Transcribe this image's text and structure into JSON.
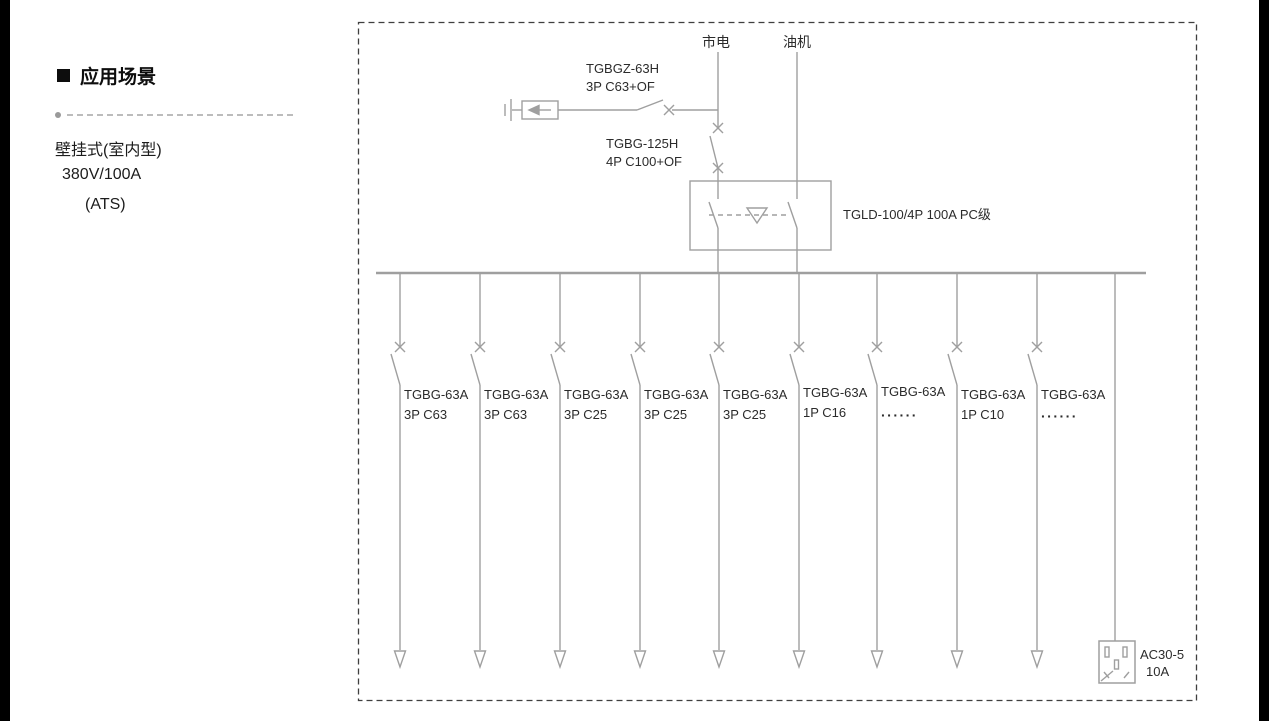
{
  "left_panel": {
    "heading": "应用场景",
    "items": [
      "壁挂式(室内型)",
      "380V/100A",
      "(ATS)"
    ]
  },
  "diagram": {
    "sources": {
      "mains": "市电",
      "generator": "油机"
    },
    "spd_breaker": {
      "model": "TGBGZ-63H",
      "spec": "3P C63+OF"
    },
    "main_breaker": {
      "model": "TGBG-125H",
      "spec": "4P C100+OF"
    },
    "ats": {
      "label": "TGLD-100/4P 100A PC级"
    },
    "feeders": [
      {
        "model": "TGBG-63A",
        "spec": "3P C63"
      },
      {
        "model": "TGBG-63A",
        "spec": "3P C63"
      },
      {
        "model": "TGBG-63A",
        "spec": "3P C25"
      },
      {
        "model": "TGBG-63A",
        "spec": "3P C25"
      },
      {
        "model": "TGBG-63A",
        "spec": "3P C25"
      },
      {
        "model": "TGBG-63A",
        "spec": "1P C16"
      },
      {
        "model": "TGBG-63A",
        "spec": "······"
      },
      {
        "model": "TGBG-63A",
        "spec": "1P C10"
      },
      {
        "model": "TGBG-63A",
        "spec": "······"
      }
    ],
    "socket": {
      "model": "AC30-5",
      "rating": "10A"
    }
  }
}
